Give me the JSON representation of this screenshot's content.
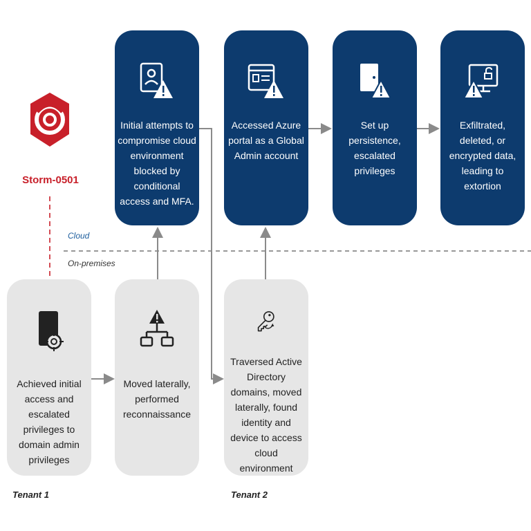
{
  "actor": {
    "name": "Storm-0501"
  },
  "zones": {
    "cloud": "Cloud",
    "on_premises": "On-premises"
  },
  "tenants": {
    "tenant1": "Tenant 1",
    "tenant2": "Tenant 2"
  },
  "cloud_steps": [
    {
      "label": "Initial attempts to compromise cloud environment blocked by conditional access and MFA.",
      "icon": "user-profile-warning-icon"
    },
    {
      "label": "Accessed Azure portal as a Global Admin account",
      "icon": "portal-warning-icon"
    },
    {
      "label": "Set up persistence, escalated privileges",
      "icon": "door-warning-icon"
    },
    {
      "label": "Exfiltrated, deleted, or encrypted data, leading to extortion",
      "icon": "monitor-unlocked-warning-icon"
    }
  ],
  "onprem_steps": [
    {
      "label": "Achieved initial access and escalated privileges to domain admin privileges",
      "icon": "device-target-icon"
    },
    {
      "label": "Moved laterally, performed reconnaissance",
      "icon": "network-warning-icon"
    },
    {
      "label": "Traversed Active Directory domains, moved laterally, found identity and device to access cloud environment",
      "icon": "key-icon"
    }
  ],
  "colors": {
    "cloud_card": "#0d3b6e",
    "onprem_card": "#e6e6e6",
    "actor_red": "#c8202a",
    "connector_gray": "#8a8a8a",
    "zone_label_blue": "#1f5f9e"
  }
}
